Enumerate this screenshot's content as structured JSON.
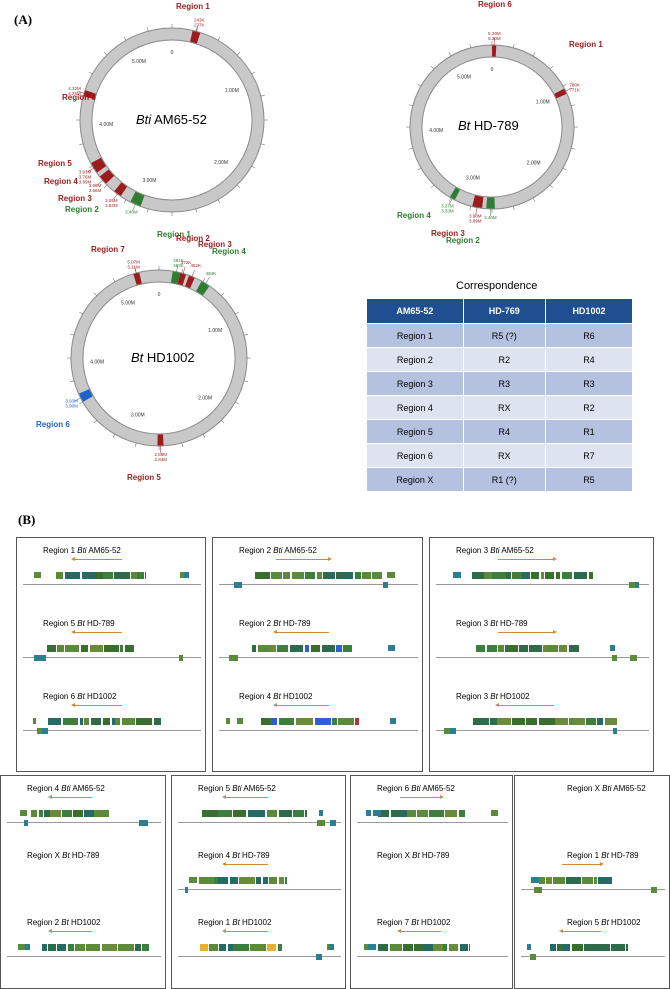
{
  "panelA": {
    "label": "(A)",
    "circles": [
      {
        "genome": "Bti AM65-52",
        "species": "Bti",
        "strain": " AM65-52",
        "ticks": [
          "0",
          "1.00M",
          "2.00M",
          "3.00M",
          "4.00M",
          "5.00M"
        ],
        "regions": [
          {
            "name": "Region 1",
            "color": "red",
            "pos": [
              "243K",
              "277K"
            ]
          },
          {
            "name": "Region 6",
            "color": "red",
            "pos": [
              "4.32M",
              "4.25M"
            ]
          },
          {
            "name": "Region 5",
            "color": "red",
            "pos": [
              "3.93M",
              "3.76M",
              "3.89M"
            ]
          },
          {
            "name": "Region 4",
            "color": "red",
            "pos": [
              "3.68M",
              "3.66M"
            ]
          },
          {
            "name": "Region 3",
            "color": "red",
            "pos": [
              "3.55M",
              "3.52M"
            ]
          },
          {
            "name": "Region 2",
            "color": "green",
            "pos": [
              "3.40M"
            ]
          }
        ]
      },
      {
        "genome": "Bt HD-789",
        "species": "Bt",
        "strain": " HD-789",
        "ticks": [
          "0",
          "1.00M",
          "2.00M",
          "3.00M",
          "4.00M",
          "5.00M"
        ],
        "regions": [
          {
            "name": "Region 6",
            "color": "red",
            "pos": [
              "5.29M",
              "5.30M"
            ]
          },
          {
            "name": "Region 1",
            "color": "red",
            "pos": [
              "780K",
              "771K"
            ]
          },
          {
            "name": "Region 4",
            "color": "green",
            "pos": [
              "3.37M",
              "3.33M"
            ]
          },
          {
            "name": "Region 3",
            "color": "red",
            "pos": [
              "3.98M",
              "3.89M"
            ]
          },
          {
            "name": "Region 2",
            "color": "green",
            "pos": [
              "3.46M"
            ]
          }
        ]
      },
      {
        "genome": "Bt HD1002",
        "species": "Bt",
        "strain": " HD1002",
        "ticks": [
          "0",
          "1.00M",
          "2.00M",
          "3.00M",
          "4.00M",
          "5.00M"
        ],
        "regions": [
          {
            "name": "Region 7",
            "color": "red",
            "pos": [
              "5.07M",
              "5.11M"
            ]
          },
          {
            "name": "Region 1",
            "color": "green",
            "pos": [
              "481K",
              "483K"
            ]
          },
          {
            "name": "Region 2",
            "color": "red",
            "pos": [
              "372K"
            ]
          },
          {
            "name": "Region 3",
            "color": "red",
            "pos": [
              "452K"
            ]
          },
          {
            "name": "Region 4",
            "color": "green",
            "pos": [
              "484K"
            ]
          },
          {
            "name": "Region 6",
            "color": "blue",
            "pos": [
              "3.93M",
              "3.90M"
            ]
          },
          {
            "name": "Region 5",
            "color": "red",
            "pos": [
              "2.88M",
              "2.84M"
            ]
          }
        ]
      }
    ],
    "correspondence": {
      "title": "Correspondence",
      "headers": [
        "AM65-52",
        "HD-769",
        "HD1002"
      ],
      "rows": [
        [
          "Region 1",
          "R5 (?)",
          "R6"
        ],
        [
          "Region 2",
          "R2",
          "R4"
        ],
        [
          "Region 3",
          "R3",
          "R3"
        ],
        [
          "Region 4",
          "RX",
          "R2"
        ],
        [
          "Region 5",
          "R4",
          "R1"
        ],
        [
          "Region 6",
          "RX",
          "R7"
        ],
        [
          "Region X",
          "R1 (?)",
          "R5"
        ]
      ]
    }
  },
  "panelB": {
    "label": "(B)",
    "boxes": [
      {
        "titles": [
          [
            "Region 1 ",
            "Bti",
            " AM65-52"
          ],
          [
            "Region 5 ",
            "Bt",
            " HD-789"
          ],
          [
            "Region 6 ",
            "Bt",
            " HD1002"
          ]
        ]
      },
      {
        "titles": [
          [
            "Region 2 ",
            "Bti",
            " AM65-52"
          ],
          [
            "Region 2 ",
            "Bt",
            " HD-789"
          ],
          [
            "Region 4 ",
            "Bt",
            " HD1002"
          ]
        ]
      },
      {
        "titles": [
          [
            "Region 3 ",
            "Bti",
            " AM65-52"
          ],
          [
            "Region 3 ",
            "Bt",
            " HD-789"
          ],
          [
            "Region 3 ",
            "Bt",
            " HD1002"
          ]
        ]
      },
      {
        "titles": [
          [
            "Region 4 ",
            "Bti",
            " AM65-52"
          ],
          [
            "Region X ",
            "Bt",
            " HD-789"
          ],
          [
            "Region 2 ",
            "Bt",
            " HD1002"
          ]
        ]
      },
      {
        "titles": [
          [
            "Region 5 ",
            "Bti",
            " AM65-52"
          ],
          [
            "Region 4 ",
            "Bt",
            " HD-789"
          ],
          [
            "Region 1 ",
            "Bt",
            " HD1002"
          ]
        ]
      },
      {
        "titles": [
          [
            "Region 6 ",
            "Bti",
            " AM65-52"
          ],
          [
            "Region X ",
            "Bt",
            " HD-789"
          ],
          [
            "Region 7 ",
            "Bt",
            " HD1002"
          ]
        ]
      },
      {
        "titles": [
          [
            "Region X ",
            "Bti",
            " AM65-52"
          ],
          [
            "Region 1 ",
            "Bt",
            " HD-789"
          ],
          [
            "Region 5 ",
            "Bt",
            " HD1002"
          ]
        ]
      }
    ]
  },
  "colors": {
    "red": "#9b1c1c",
    "green": "#2e7d32",
    "blue": "#1e64c8",
    "ring": "#c8c8c8",
    "header": "#1f4e91"
  }
}
